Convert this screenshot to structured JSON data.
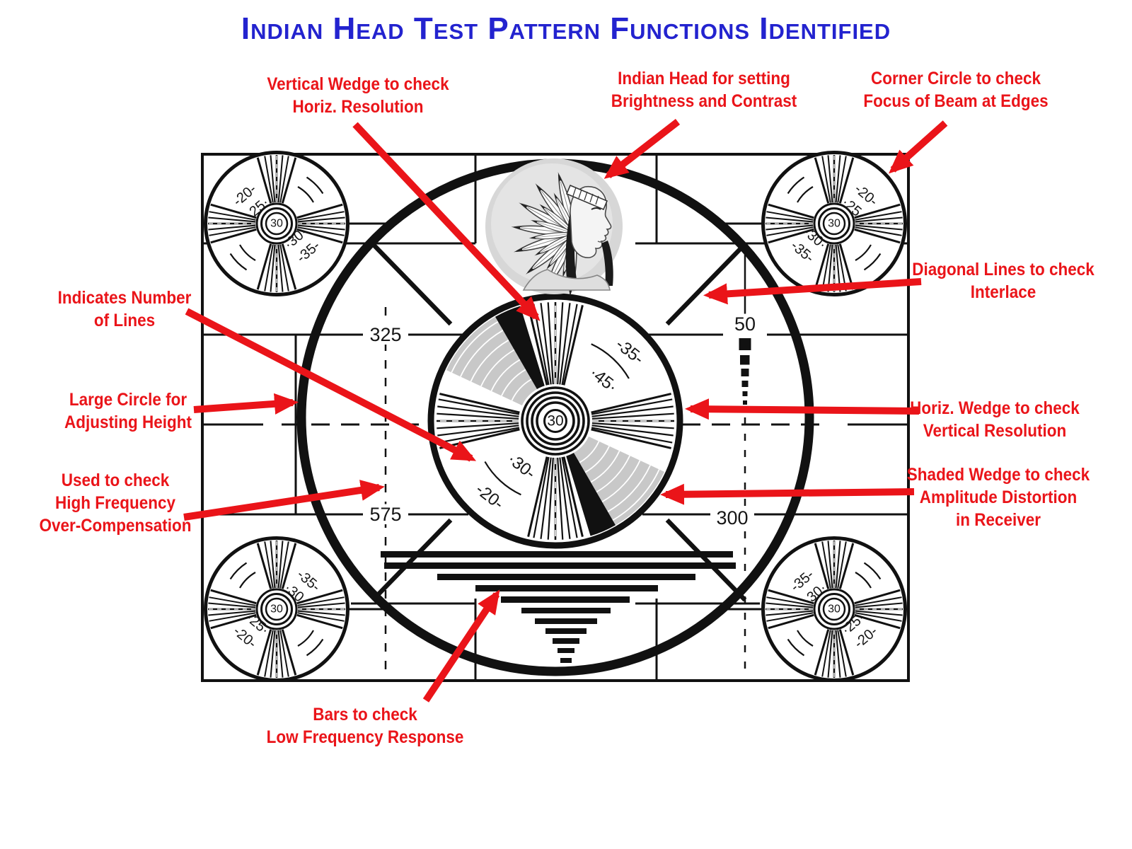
{
  "title": "Indian Head Test Pattern Functions Identified",
  "colors": {
    "annotation_red": "#ea1419",
    "title_blue": "#2323cf",
    "pattern_black": "#111111"
  },
  "annotations": {
    "vertical_wedge": {
      "lines": [
        "Vertical Wedge to check",
        "Horiz. Resolution"
      ]
    },
    "indian_head": {
      "lines": [
        "Indian Head for setting",
        "Brightness and Contrast"
      ]
    },
    "corner_circle": {
      "lines": [
        "Corner Circle to check",
        "Focus of Beam at Edges"
      ]
    },
    "diagonal_lines": {
      "lines": [
        "Diagonal Lines to check",
        "Interlace"
      ]
    },
    "indicates_number": {
      "lines": [
        "Indicates Number",
        "of Lines"
      ]
    },
    "large_circle": {
      "lines": [
        "Large Circle for",
        "Adjusting Height"
      ]
    },
    "high_frequency": {
      "lines": [
        "Used to check",
        "High Frequency",
        "Over-Compensation"
      ]
    },
    "horiz_wedge": {
      "lines": [
        "Horiz. Wedge to check",
        "Vertical Resolution"
      ]
    },
    "shaded_wedge": {
      "lines": [
        "Shaded Wedge to check",
        "Amplitude Distortion",
        "in Receiver"
      ]
    },
    "bars": {
      "lines": [
        "Bars to check",
        "Low Frequency Response"
      ]
    }
  },
  "pattern": {
    "grid_numbers": {
      "upper_left": "325",
      "upper_right": "50",
      "lower_left": "575",
      "lower_right": "300"
    },
    "center_circle": {
      "bullseye": "30",
      "upper_right_labels": [
        "-35-",
        "·45·"
      ],
      "lower_left_labels": [
        "·30-",
        "-20-"
      ]
    },
    "corner_circles": {
      "bullseye": "30",
      "outer_labels": [
        "-20-",
        "·25·"
      ],
      "inner_labels": [
        "·30·",
        "-35-"
      ]
    }
  }
}
